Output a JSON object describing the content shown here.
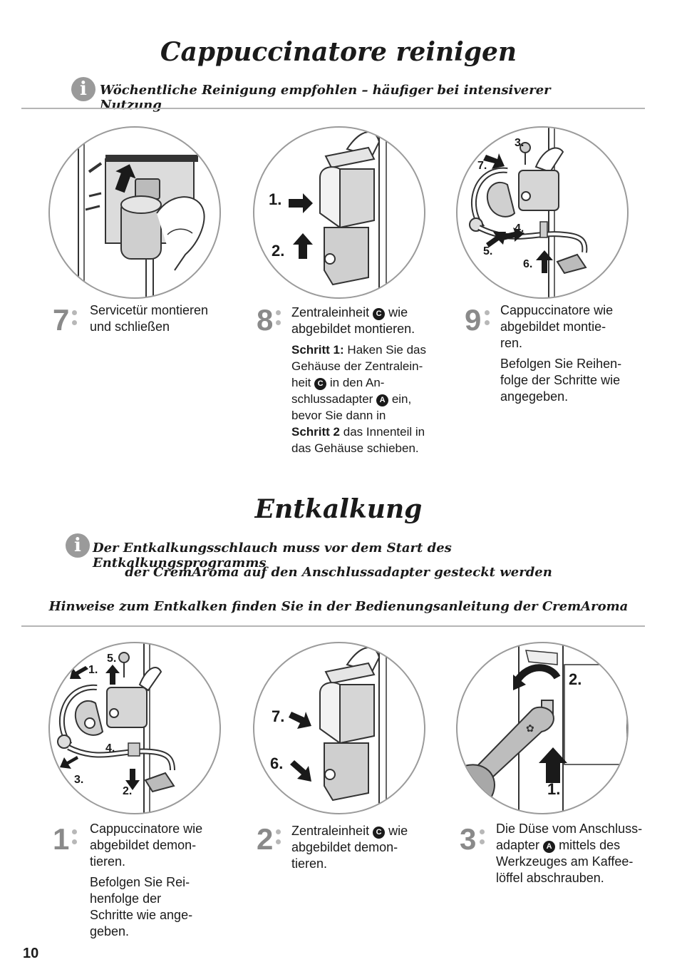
{
  "section1": {
    "title": "Cappuccinatore reinigen",
    "info": "Wöchentliche Reinigung empfohlen – häufiger bei intensiverer Nutzung",
    "steps": [
      {
        "num": "7",
        "lines": [
          "Servicetür montieren",
          "und schließen"
        ],
        "figure_labels": []
      },
      {
        "num": "8",
        "p1": [
          "Zentraleinheit",
          "wie",
          "abgebildet montieren."
        ],
        "badge": "C",
        "p2_parts": [
          "Schritt 1:",
          " Haken Sie das",
          "Gehäuse der Zentralein-",
          "heit",
          "in den An-",
          "schlussadapter",
          "ein,",
          "bevor Sie dann in",
          "Schritt 2",
          " das Innenteil in",
          "das Gehäuse schieben."
        ],
        "badge_a": "A",
        "figure_labels": [
          "1.",
          "2."
        ]
      },
      {
        "num": "9",
        "p1": [
          "Cappuccinatore wie",
          "abgebildet montie-",
          "ren."
        ],
        "p2": [
          "Befolgen Sie Reihen-",
          "folge der Schritte wie",
          "angegeben."
        ],
        "figure_labels": [
          "3.",
          "7.",
          "4.",
          "5.",
          "6."
        ]
      }
    ]
  },
  "section2": {
    "title": "Entkalkung",
    "info_lines": [
      "Der Entkalkungsschlauch muss vor dem Start des Entkalkungsprogramms",
      "der CremAroma auf den Anschlussadapter gesteckt werden"
    ],
    "hint": "Hinweise zum Entkalken finden Sie in der Bedienungsanleitung der CremAroma",
    "steps": [
      {
        "num": "1",
        "p1": [
          "Cappuccinatore wie",
          "abgebildet demon-",
          "tieren."
        ],
        "p2": [
          "Befolgen Sie Rei-",
          "henfolge der",
          "Schritte wie ange-",
          "geben."
        ],
        "figure_labels": [
          "5.",
          "1.",
          "4.",
          "3.",
          "2."
        ]
      },
      {
        "num": "2",
        "p1": [
          "Zentraleinheit",
          "wie",
          "abgebildet demon-",
          "tieren."
        ],
        "badge": "C",
        "figure_labels": [
          "7.",
          "6."
        ]
      },
      {
        "num": "3",
        "p1": [
          "Die Düse vom Anschluss-",
          "adapter",
          "mittels des",
          "Werkzeuges am Kaffee-",
          "löffel abschrauben."
        ],
        "badge": "A",
        "figure_labels": [
          "2.",
          "1."
        ]
      }
    ]
  },
  "page_number": "10",
  "colors": {
    "text": "#1a1a1a",
    "step_number": "#8a8a8a",
    "icon": "#9a9a9a",
    "rule": "#b5b5b5",
    "part_fill": "#d9d9d9"
  }
}
